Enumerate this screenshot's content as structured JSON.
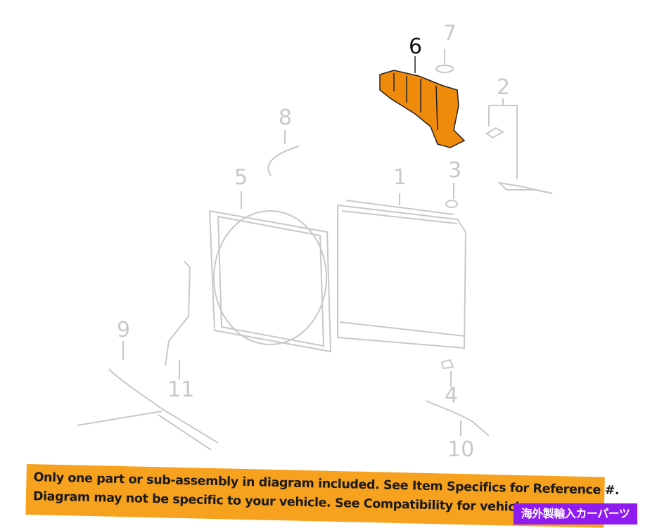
{
  "callouts": {
    "c1": "1",
    "c2": "2",
    "c3": "3",
    "c4": "4",
    "c5": "5",
    "c6": "6",
    "c7": "7",
    "c8": "8",
    "c9": "9",
    "c10": "10",
    "c11": "11"
  },
  "highlighted_part": "6",
  "colors": {
    "highlight": "#f08a0a",
    "lines": "#c8c8c8",
    "banner": "#f6a21e",
    "watermark": "#8f1bf0"
  },
  "banner": {
    "line1": "Only one part or sub-assembly in diagram included. See Item Specifics for Reference #.",
    "line2": "Diagram may not be specific to your vehicle. See Compatibility for vehicle-spec"
  },
  "watermark": "海外製輸入カーパーツ"
}
